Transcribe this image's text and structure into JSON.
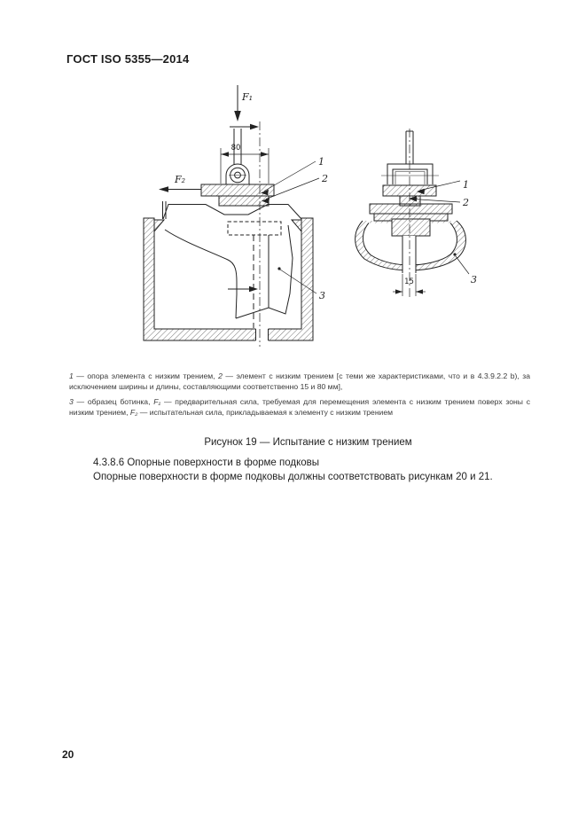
{
  "page": {
    "header_title": "ГОСТ ISO 5355—2014",
    "page_number": "20"
  },
  "figure": {
    "caption": "Рисунок 19 — Испытание с низким трением",
    "left_view": {
      "force_f1": "F₁",
      "force_f2": "F₂",
      "dim_width": "80",
      "label_1": "1",
      "label_2": "2",
      "label_3": "3"
    },
    "right_view": {
      "dim_width": "15",
      "label_1": "1",
      "label_2": "2",
      "label_3": "3"
    }
  },
  "legend": {
    "paragraphs": [
      {
        "segments": [
          {
            "text": "1",
            "italic": true
          },
          {
            "text": " — опора элемента с низким трением, "
          },
          {
            "text": "2",
            "italic": true
          },
          {
            "text": " — элемент с низким трением [с теми же характеристиками, что и в 4.3.9.2.2 b), за исключением ширины и длины, составляющими соответственно 15  и 80 мм],"
          }
        ]
      },
      {
        "segments": [
          {
            "text": "3",
            "italic": true
          },
          {
            "text": " — образец ботинка, "
          },
          {
            "text": "F₁",
            "italic": true
          },
          {
            "text": " — предварительная сила, требуемая для перемещения элемента с низким трением поверх зоны с низким трением, "
          },
          {
            "text": "F₂",
            "italic": true
          },
          {
            "text": " — испытательная сила, прикладываемая к элементу с низким трением"
          }
        ]
      }
    ]
  },
  "clause": {
    "heading": "4.3.8.6 Опорные поверхности в форме подковы",
    "body": "Опорные поверхности в форме подковы должны соответствовать рисункам 20 и 21."
  }
}
